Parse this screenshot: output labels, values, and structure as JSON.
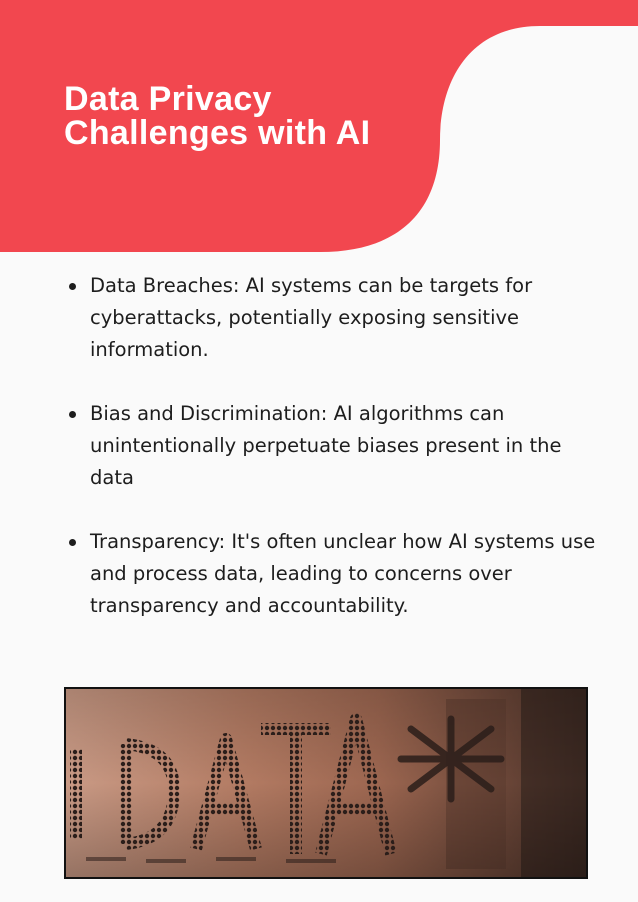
{
  "title": "Data Privacy Challenges with AI",
  "bullets": [
    {
      "text": "Data Breaches: AI systems can be targets for cyberattacks, potentially exposing sensitive information."
    },
    {
      "text": "Bias and Discrimination: AI algorithms can unintentionally perpetuate biases present in the data"
    },
    {
      "text": "Transparency: It's often unclear how AI systems use and process data, leading to concerns over transparency and accountability."
    }
  ],
  "photo": {
    "sign_text": "DATA"
  },
  "colors": {
    "header": "#f2474f",
    "background": "#fafafa",
    "text": "#1d1d1d"
  }
}
